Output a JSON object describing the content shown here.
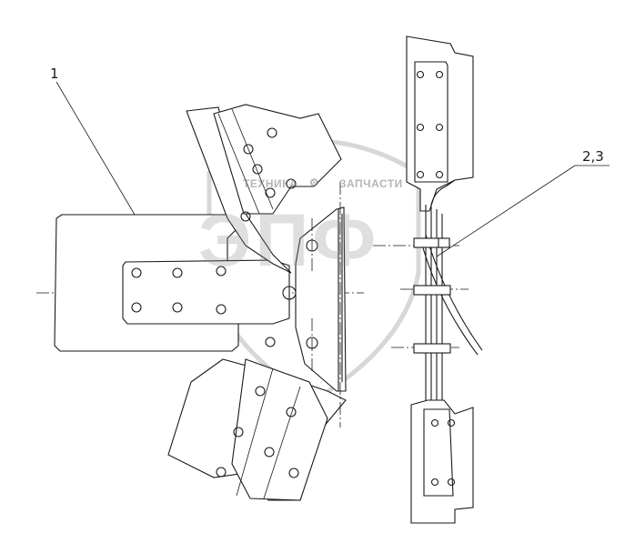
{
  "callouts": {
    "label_1": "1",
    "label_2": "2,3"
  },
  "watermark": {
    "brand_left": "ТЕХНИКА",
    "brand_right": "ЗАПЧАСТИ",
    "logo_letters": "ЭПФ",
    "color": "#8c8c8c"
  }
}
